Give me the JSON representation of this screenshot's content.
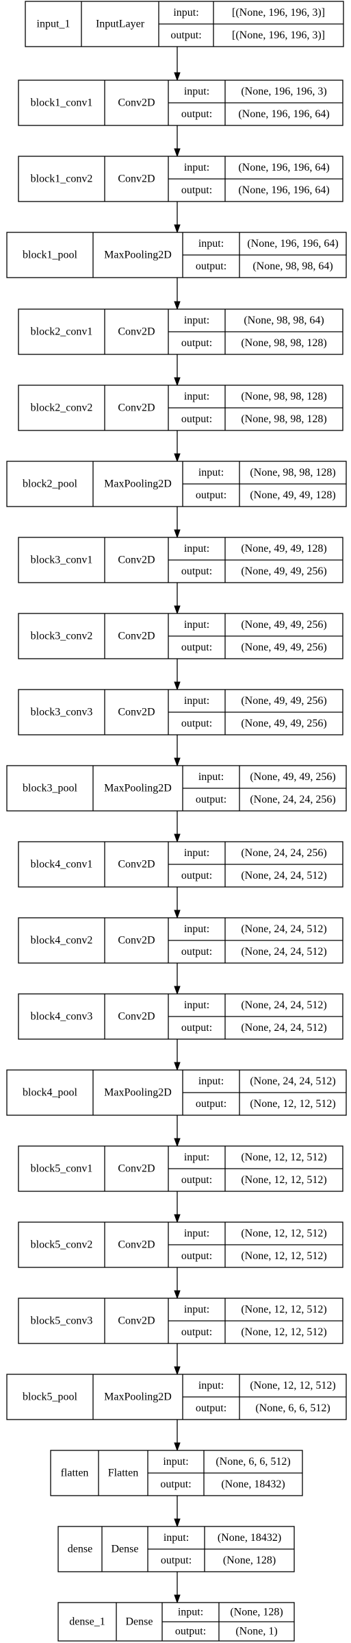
{
  "labels": {
    "input": "input:",
    "output": "output:"
  },
  "layers": [
    {
      "name": "input_1",
      "type": "InputLayer",
      "input": "[(None, 196, 196, 3)]",
      "output": "[(None, 196, 196, 3)]"
    },
    {
      "name": "block1_conv1",
      "type": "Conv2D",
      "input": "(None, 196, 196, 3)",
      "output": "(None, 196, 196, 64)"
    },
    {
      "name": "block1_conv2",
      "type": "Conv2D",
      "input": "(None, 196, 196, 64)",
      "output": "(None, 196, 196, 64)"
    },
    {
      "name": "block1_pool",
      "type": "MaxPooling2D",
      "input": "(None, 196, 196, 64)",
      "output": "(None, 98, 98, 64)"
    },
    {
      "name": "block2_conv1",
      "type": "Conv2D",
      "input": "(None, 98, 98, 64)",
      "output": "(None, 98, 98, 128)"
    },
    {
      "name": "block2_conv2",
      "type": "Conv2D",
      "input": "(None, 98, 98, 128)",
      "output": "(None, 98, 98, 128)"
    },
    {
      "name": "block2_pool",
      "type": "MaxPooling2D",
      "input": "(None, 98, 98, 128)",
      "output": "(None, 49, 49, 128)"
    },
    {
      "name": "block3_conv1",
      "type": "Conv2D",
      "input": "(None, 49, 49, 128)",
      "output": "(None, 49, 49, 256)"
    },
    {
      "name": "block3_conv2",
      "type": "Conv2D",
      "input": "(None, 49, 49, 256)",
      "output": "(None, 49, 49, 256)"
    },
    {
      "name": "block3_conv3",
      "type": "Conv2D",
      "input": "(None, 49, 49, 256)",
      "output": "(None, 49, 49, 256)"
    },
    {
      "name": "block3_pool",
      "type": "MaxPooling2D",
      "input": "(None, 49, 49, 256)",
      "output": "(None, 24, 24, 256)"
    },
    {
      "name": "block4_conv1",
      "type": "Conv2D",
      "input": "(None, 24, 24, 256)",
      "output": "(None, 24, 24, 512)"
    },
    {
      "name": "block4_conv2",
      "type": "Conv2D",
      "input": "(None, 24, 24, 512)",
      "output": "(None, 24, 24, 512)"
    },
    {
      "name": "block4_conv3",
      "type": "Conv2D",
      "input": "(None, 24, 24, 512)",
      "output": "(None, 24, 24, 512)"
    },
    {
      "name": "block4_pool",
      "type": "MaxPooling2D",
      "input": "(None, 24, 24, 512)",
      "output": "(None, 12, 12, 512)"
    },
    {
      "name": "block5_conv1",
      "type": "Conv2D",
      "input": "(None, 12, 12, 512)",
      "output": "(None, 12, 12, 512)"
    },
    {
      "name": "block5_conv2",
      "type": "Conv2D",
      "input": "(None, 12, 12, 512)",
      "output": "(None, 12, 12, 512)"
    },
    {
      "name": "block5_conv3",
      "type": "Conv2D",
      "input": "(None, 12, 12, 512)",
      "output": "(None, 12, 12, 512)"
    },
    {
      "name": "block5_pool",
      "type": "MaxPooling2D",
      "input": "(None, 12, 12, 512)",
      "output": "(None, 6, 6, 512)"
    },
    {
      "name": "flatten",
      "type": "Flatten",
      "input": "(None, 6, 6, 512)",
      "output": "(None, 18432)"
    },
    {
      "name": "dense",
      "type": "Dense",
      "input": "(None, 18432)",
      "output": "(None, 128)"
    },
    {
      "name": "dense_1",
      "type": "Dense",
      "input": "(None, 128)",
      "output": "(None, 1)"
    }
  ]
}
